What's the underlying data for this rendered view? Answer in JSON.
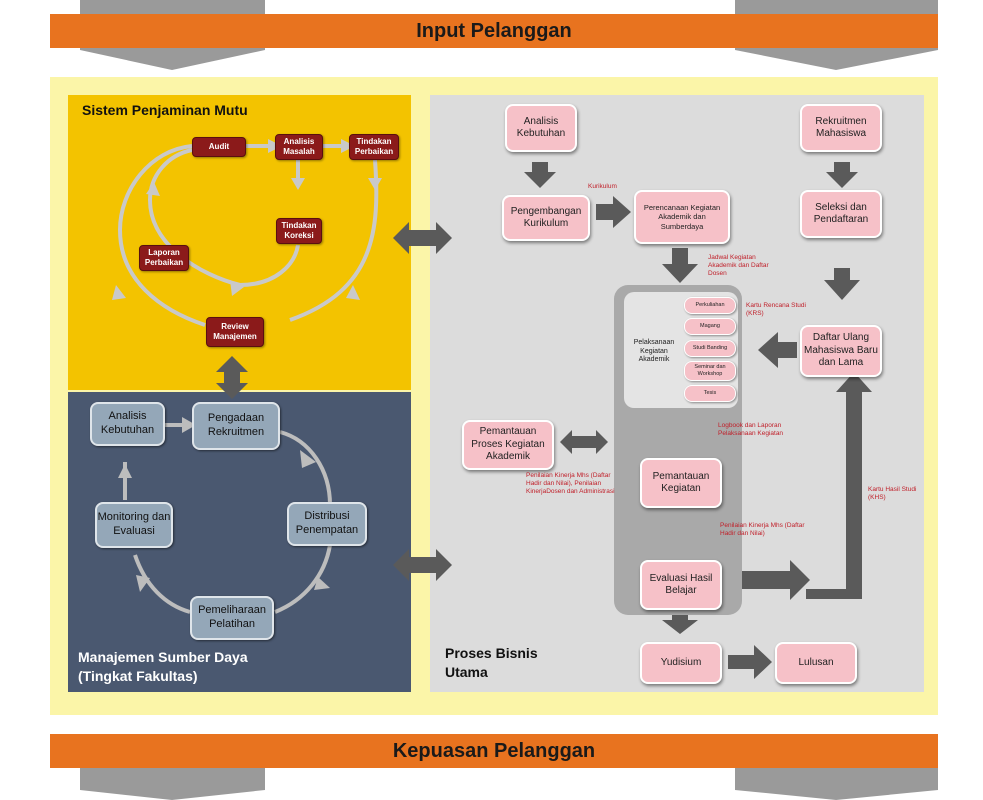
{
  "banners": {
    "top": "Input Pelanggan",
    "bottom": "Kepuasan Pelanggan"
  },
  "colors": {
    "orange": "#e8731f",
    "outer_yellow": "#fbf5a8",
    "spm_yellow": "#f3c300",
    "msd_slate": "#4a5870",
    "pbu_gray": "#dcdcdc",
    "red_box": "#8b1a1a",
    "pink_box": "#f6c1c8",
    "note_red": "#c0202a"
  },
  "spm": {
    "title": "Sistem Penjaminan Mutu",
    "audit": "Audit",
    "analisis_masalah": "Analisis Masalah",
    "tindakan_perbaikan": "Tindakan Perbaikan",
    "tindakan_koreksi": "Tindakan Koreksi",
    "laporan_perbaikan": "Laporan Perbaikan",
    "review_manajemen": "Review Manajemen"
  },
  "msd": {
    "title_line1": "Manajemen Sumber Daya",
    "title_line2": "(Tingkat Fakultas)",
    "analisis_kebutuhan": "Analisis Kebutuhan",
    "pengadaan_rekruitmen": "Pengadaan Rekruitmen",
    "distribusi_penempatan": "Distribusi Penempatan",
    "pemeliharaan_pelatihan": "Pemeliharaan Pelatihan",
    "monitoring_evaluasi": "Monitoring dan Evaluasi"
  },
  "pbu": {
    "title_line1": "Proses Bisnis",
    "title_line2": "Utama",
    "analisis_kebutuhan": "Analisis Kebutuhan",
    "rekruitmen_mahasiswa": "Rekruitmen Mahasiswa",
    "pengembangan_kurikulum": "Pengembangan Kurikulum",
    "perencanaan": "Perencanaan Kegiatan Akademik dan Sumberdaya",
    "seleksi": "Seleksi dan Pendaftaran",
    "pelaksanaan": "Pelaksanaan Kegiatan Akademik",
    "sub": {
      "perkuliahan": "Perkuliahan",
      "magang": "Magang",
      "studi_banding": "Studi Banding",
      "seminar": "Seminar dan Workshop",
      "tesis": "Tesis"
    },
    "daftar_ulang": "Daftar Ulang Mahasiswa Baru dan Lama",
    "pemantauan_proses": "Pemantauan Proses Kegiatan Akademik",
    "pemantauan_kegiatan": "Pemantauan Kegiatan",
    "evaluasi": "Evaluasi Hasil Belajar",
    "yudisium": "Yudisium",
    "lulusan": "Lulusan",
    "notes": {
      "kurikulum": "Kurikulum",
      "jadwal": "Jadwal Kegiatan Akademik dan Daftar Dosen",
      "krs": "Kartu Rencana Studi (KRS)",
      "logbook": "Logbook dan Laporan Pelaksanaan Kegiatan",
      "penilaian_left": "Penilaian Kinerja Mhs (Daftar Hadir dan Nilai), Penilaian KinerjaDosen dan Administrasi",
      "penilaian_mid": "Penilaian Kinerja Mhs (Daftar Hadir dan Nilai)",
      "khs": "Kartu Hasil Studi (KHS)"
    }
  }
}
